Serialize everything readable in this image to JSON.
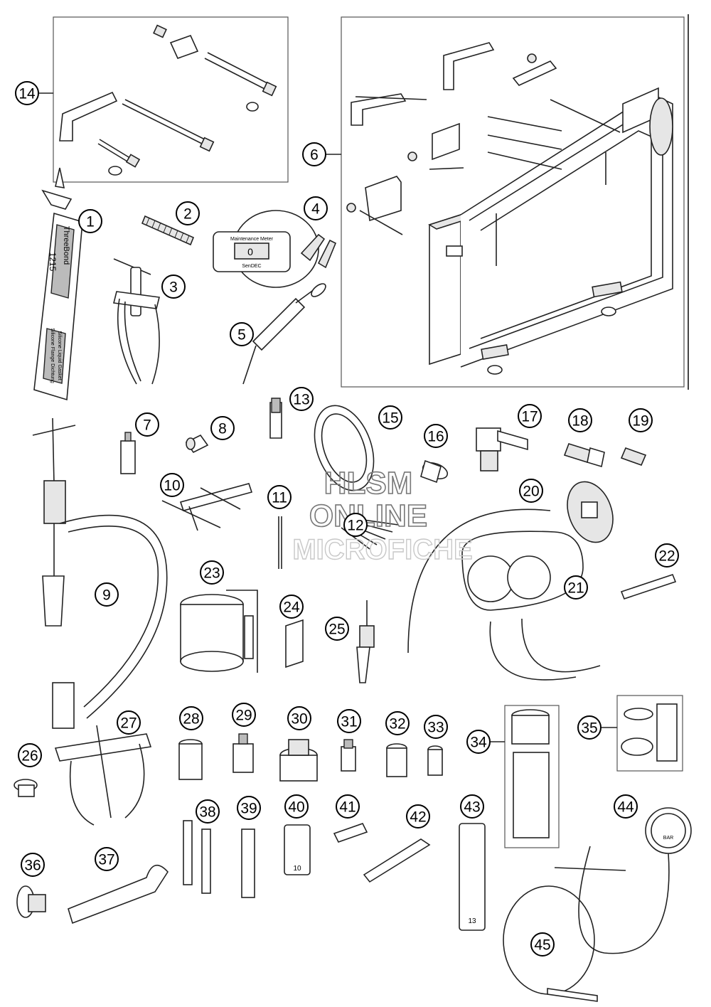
{
  "watermark": {
    "line1": "HLSM",
    "line2": "ONLINE",
    "line3": "MICROFICHE"
  },
  "product_labels": {
    "tube_brand": "ThreeBond",
    "tube_code": "1215",
    "tube_desc_1": "Silicone Liquid Gasket",
    "tube_desc_2": "Silicone Flange Dichtung",
    "meter_title": "Maintenance Meter",
    "meter_reading": "0",
    "meter_brand": "SenDEC",
    "gauge_unit": "BAR",
    "socket_40_size": "10",
    "socket_43_size": "13"
  },
  "callouts": [
    {
      "n": "1"
    },
    {
      "n": "2"
    },
    {
      "n": "3"
    },
    {
      "n": "4"
    },
    {
      "n": "5"
    },
    {
      "n": "6"
    },
    {
      "n": "7"
    },
    {
      "n": "8"
    },
    {
      "n": "9"
    },
    {
      "n": "10"
    },
    {
      "n": "11"
    },
    {
      "n": "12"
    },
    {
      "n": "13"
    },
    {
      "n": "14"
    },
    {
      "n": "15"
    },
    {
      "n": "16"
    },
    {
      "n": "17"
    },
    {
      "n": "18"
    },
    {
      "n": "19"
    },
    {
      "n": "20"
    },
    {
      "n": "21"
    },
    {
      "n": "22"
    },
    {
      "n": "23"
    },
    {
      "n": "24"
    },
    {
      "n": "25"
    },
    {
      "n": "26"
    },
    {
      "n": "27"
    },
    {
      "n": "28"
    },
    {
      "n": "29"
    },
    {
      "n": "30"
    },
    {
      "n": "31"
    },
    {
      "n": "32"
    },
    {
      "n": "33"
    },
    {
      "n": "34"
    },
    {
      "n": "35"
    },
    {
      "n": "36"
    },
    {
      "n": "37"
    },
    {
      "n": "38"
    },
    {
      "n": "39"
    },
    {
      "n": "40"
    },
    {
      "n": "41"
    },
    {
      "n": "42"
    },
    {
      "n": "43"
    },
    {
      "n": "44"
    },
    {
      "n": "45"
    }
  ]
}
